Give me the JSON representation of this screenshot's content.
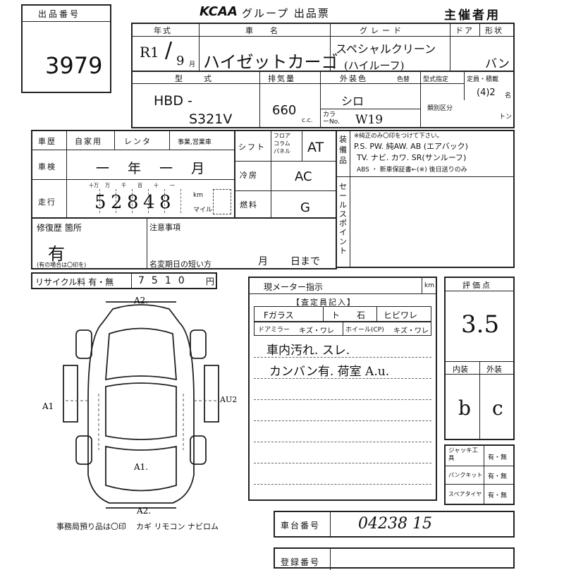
{
  "header": {
    "lot_label": "出品番号",
    "lot_number": "3979",
    "brand": "KCAA",
    "doc_title": "グループ 出品票",
    "copy_label": "主催者用"
  },
  "row1": {
    "year_label": "年式",
    "year_era": "R1",
    "year_month": "9",
    "month_unit": "月",
    "name_label": "車名",
    "car_name": "ハイゼットカーゴ",
    "grade_label": "グレード",
    "grade_line1": "スペシャルクリーン",
    "grade_line2": "(ハイルーフ)",
    "doors_label": "ドア",
    "shape_label": "形状",
    "shape_value": "バン"
  },
  "row2": {
    "model_label": "型式",
    "model_prefix": "HBD -",
    "model_code": "S321V",
    "displacement_label": "排気量",
    "displacement": "660",
    "cc_unit": "c.c.",
    "exterior_color_label": "外装色",
    "exterior_color": "シロ",
    "color_no_label": "色替",
    "color_code_label": "カラーNo.",
    "color_code": "W19",
    "type_designation_label": "型式指定",
    "category_label": "類別区分",
    "capacity_label": "定員・積載",
    "capacity_value": "(4)2",
    "capacity_unit": "名",
    "load_unit": "トン"
  },
  "history": {
    "title": "車歴",
    "private_use": "自家用",
    "rental": "レンタ",
    "business": "事業,営業車",
    "inspection_label": "車検",
    "inspection_value": "一 年 一 月",
    "mileage_label": "走行",
    "mileage_digit_labels": [
      "十万",
      "万",
      "千",
      "百",
      "十",
      "一"
    ],
    "mileage_digits": [
      "5",
      "2",
      "8",
      "4",
      "8"
    ],
    "km_unit": "km",
    "mile_unit": "マイル"
  },
  "mechanical": {
    "shift_label": "シフト",
    "shift_options": [
      "フロア",
      "コラム",
      "パネル"
    ],
    "shift_value": "AT",
    "ac_label": "冷房",
    "ac_value": "AC",
    "fuel_label": "燃料",
    "fuel_value": "G"
  },
  "equipment": {
    "label": "装備品",
    "note": "※純正のみ〇印をつけて下さい。",
    "line1": "P.S. PW. 純AW. AB (エアバック)",
    "line2": "TV. ナビ. カワ. SR(サンルーフ)",
    "line3": "ABS ・ 新車保証書←(※) 後日送りのみ"
  },
  "sales_point_label": "セールスポイント",
  "repair": {
    "label": "修復歴 箇所",
    "value": "有",
    "note": "(有の場合は〇印を)",
    "attention_label": "注意事項",
    "short_expiry_label": "名変期日の短い方",
    "month_label": "月",
    "day_label": "日まで"
  },
  "recycle": {
    "label": "リサイクル料 有・無",
    "digits": [
      "7",
      "5",
      "1",
      "0"
    ],
    "unit": "円"
  },
  "meter": {
    "label": "現メーター指示",
    "unit": "km"
  },
  "inspector": {
    "title": "【査定員記入】",
    "windshield": "Fガラス",
    "chip": "ト",
    "mark": "石",
    "crack": "ヒビワレ",
    "door_mirror": "ドアミラー",
    "mirror_opts": "キズ・ワレ",
    "wheel": "ホイール(CP)",
    "wheel_opts": "キズ・ワレ",
    "note1": "車内汚れ. スレ.",
    "note2": "カンバン有. 荷室 A.u."
  },
  "diagram": {
    "marks": [
      "A2.",
      "A1",
      "AU2",
      "A1.",
      "A2."
    ]
  },
  "rating": {
    "label": "評価点",
    "score": "3.5",
    "interior_label": "内装",
    "exterior_label": "外装",
    "interior_value": "b",
    "exterior_value": "c"
  },
  "tools": [
    {
      "label": "ジャッキ工具",
      "value": "有・無"
    },
    {
      "label": "パンクキット",
      "value": "有・無"
    },
    {
      "label": "スペアタイヤ",
      "value": "有・無"
    }
  ],
  "office": {
    "note": "事務局預り品は〇印",
    "items": "カギ リモコン ナビロム"
  },
  "chassis": {
    "label": "車台番号",
    "value": "04238 15"
  },
  "registration": {
    "label": "登録番号"
  }
}
